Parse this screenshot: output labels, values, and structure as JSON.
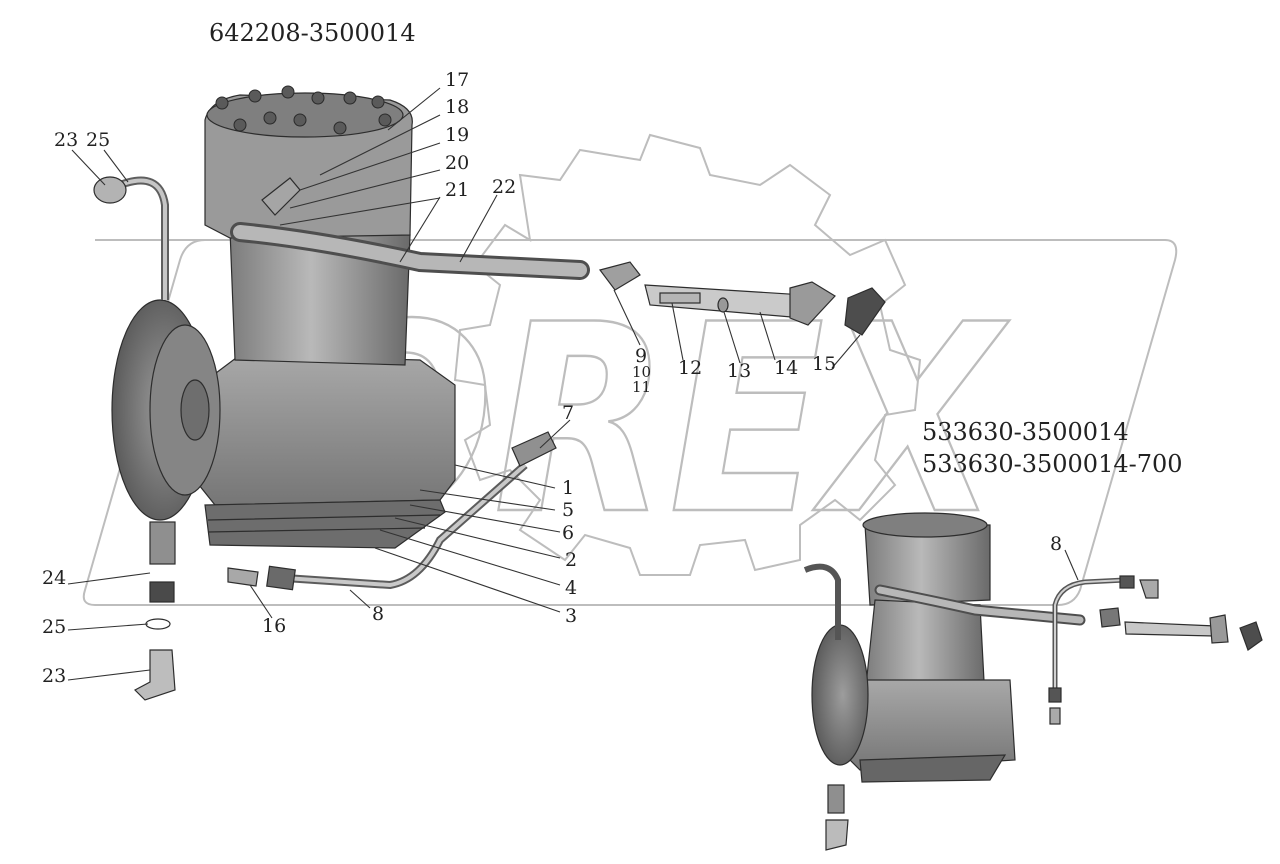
{
  "titles": {
    "main": "642208-3500014",
    "alt1": "533630-3500014",
    "alt2": "533630-3500014-700"
  },
  "callouts": {
    "c17": "17",
    "c18": "18",
    "c19": "19",
    "c20": "20",
    "c21": "21",
    "c22": "22",
    "c23a": "23",
    "c25a": "25",
    "c9": "9",
    "c10": "10",
    "c11": "11",
    "c12": "12",
    "c13": "13",
    "c14": "14",
    "c15": "15",
    "c7": "7",
    "c1": "1",
    "c5": "5",
    "c6": "6",
    "c2": "2",
    "c4": "4",
    "c3": "3",
    "c24": "24",
    "c25b": "25",
    "c23b": "23",
    "c16": "16",
    "c8": "8",
    "c8b": "8"
  },
  "watermark": {
    "text": "OREX"
  },
  "colors": {
    "part": "#9a9a9a",
    "part_dark": "#5e5e5e",
    "part_light": "#c8c8c8",
    "watermark": "#b8b8b8"
  }
}
